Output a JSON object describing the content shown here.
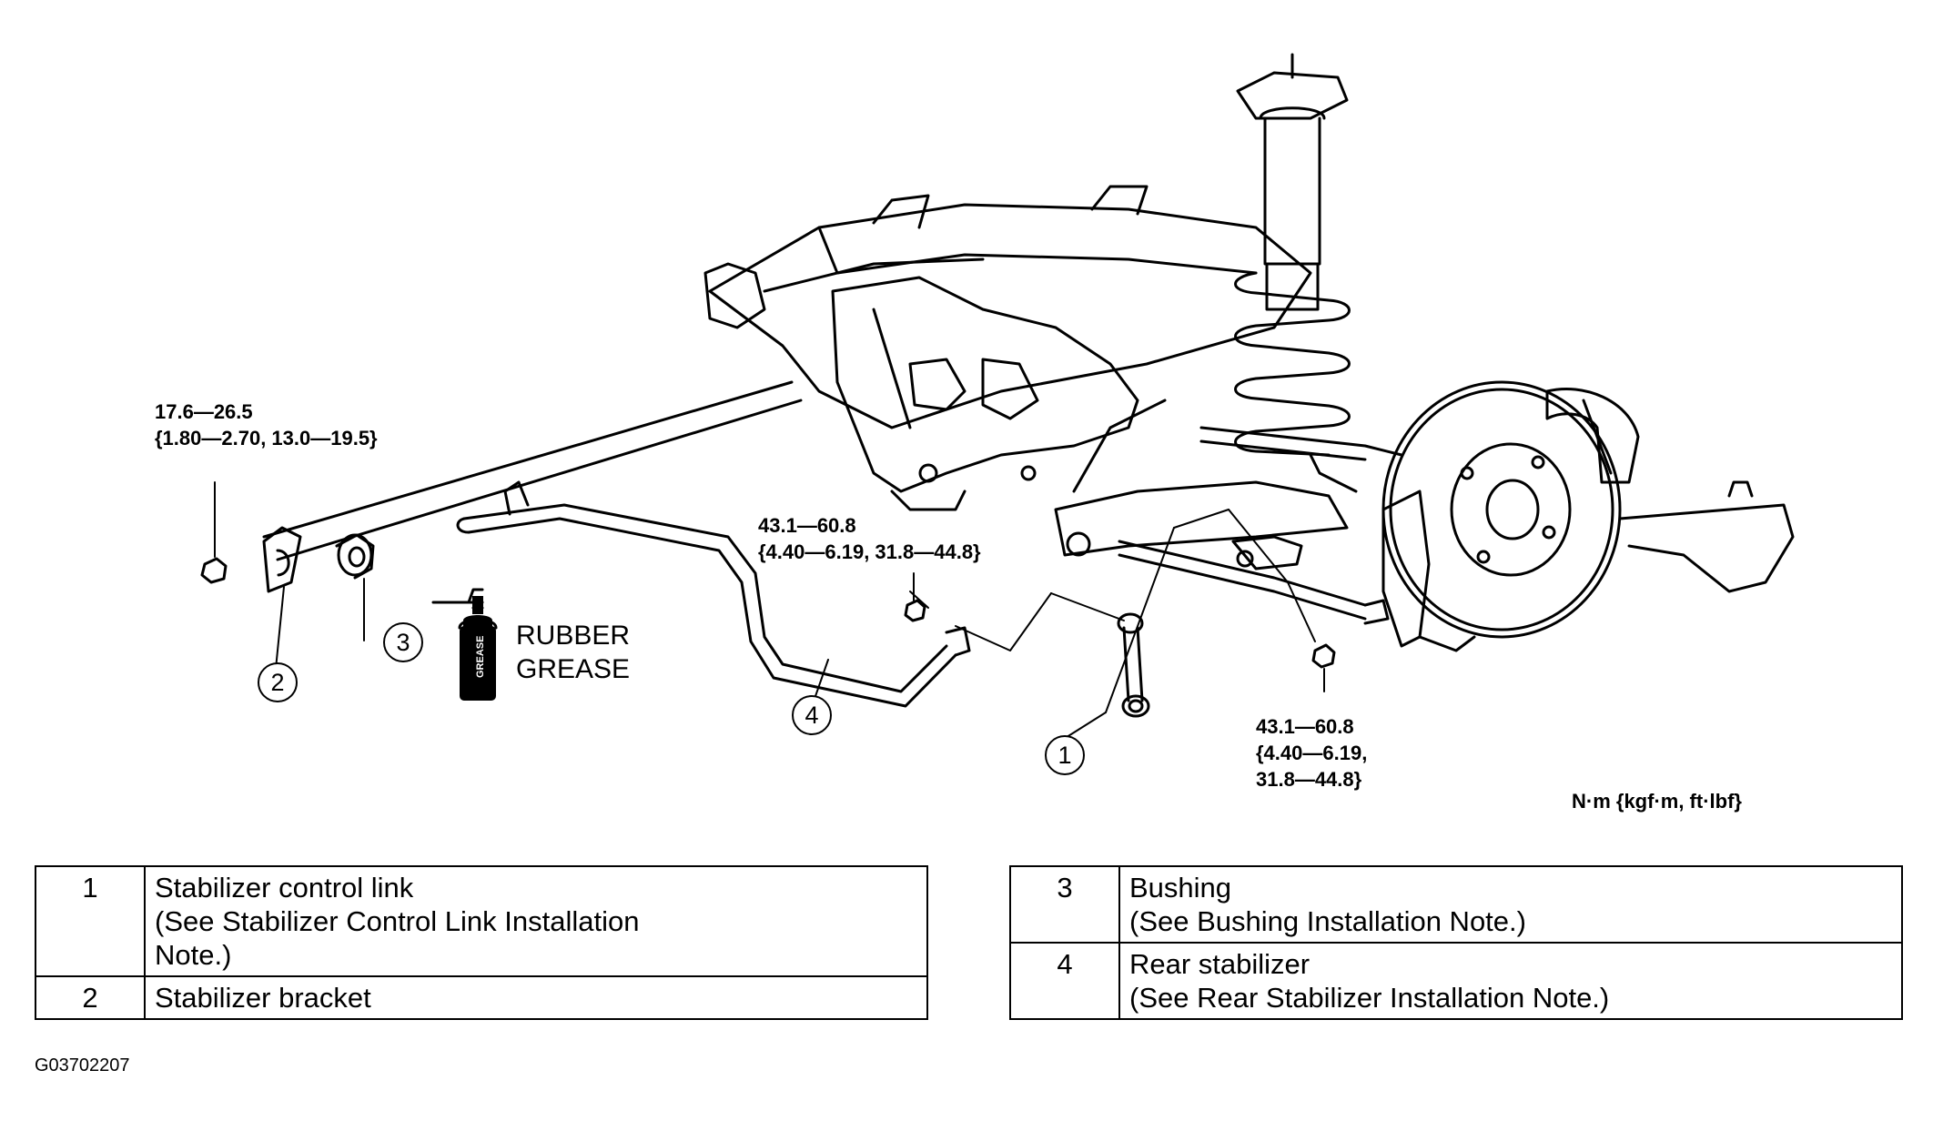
{
  "torque_specs": {
    "bracket_nut": "17.6—26.5\n{1.80—2.70, 13.0—19.5}",
    "link_upper_nut": "43.1—60.8\n{4.40—6.19, 31.8—44.8}",
    "link_lower_nut": "43.1—60.8\n{4.40—6.19,\n31.8—44.8}"
  },
  "callouts": [
    "1",
    "2",
    "3",
    "4"
  ],
  "grease": {
    "bottle_text": "GREASE",
    "label": "RUBBER\nGREASE"
  },
  "units": "N·m {kgf·m, ft·lbf}",
  "legend_left": [
    {
      "num": "1",
      "text": "Stabilizer control link\n(See  Stabilizer Control Link Installation\nNote.)"
    },
    {
      "num": "2",
      "text": "Stabilizer bracket"
    }
  ],
  "legend_right": [
    {
      "num": "3",
      "text": "Bushing\n(See  Bushing Installation Note.)"
    },
    {
      "num": "4",
      "text": "Rear stabilizer\n(See  Rear Stabilizer Installation Note.)"
    }
  ],
  "figure_id": "G03702207"
}
